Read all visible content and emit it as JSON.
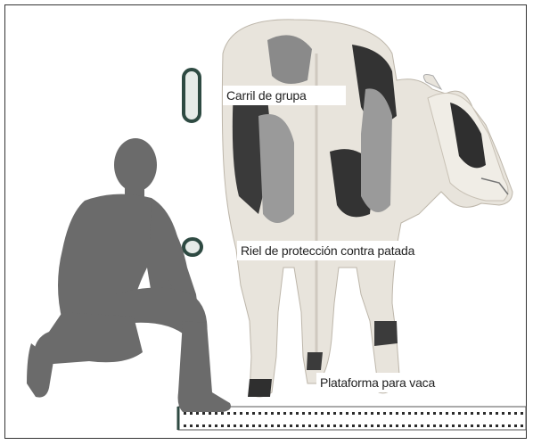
{
  "labels": {
    "rump_rail": "Carril de grupa",
    "kick_rail": "Riel de protección contra patada",
    "cow_platform": "Plataforma para vaca"
  },
  "icons": {
    "person": "kneeling-person-silhouette-icon",
    "cow": "cow-rear-view-illustration",
    "rump_rail": "rounded-rail-icon",
    "kick_rail": "circular-rail-icon"
  },
  "colors": {
    "silhouette": "#6b6b6b",
    "cow_white": "#e8e4dc",
    "cow_black": "#2f2f2f",
    "rail_outline": "#2e4a42",
    "platform_dots": "#2b2b2b"
  }
}
